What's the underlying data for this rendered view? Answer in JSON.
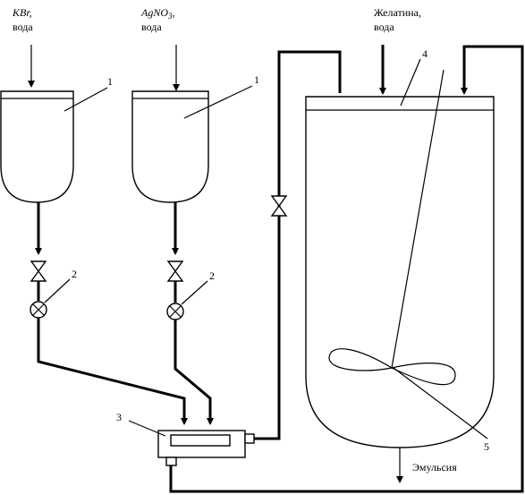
{
  "inputs": {
    "kbr": {
      "name": "KBr,",
      "sub": "вода"
    },
    "agno3": {
      "name_main": "AgNO",
      "name_sub": "3",
      "name_tail": ",",
      "sub": "вода"
    },
    "gelatin": {
      "name": "Желатина,",
      "sub": "вода"
    }
  },
  "callouts": {
    "tank_left": "1",
    "tank_mid": "1",
    "meter_left": "2",
    "meter_mid": "2",
    "mixer": "3",
    "reactor_lid": "4",
    "stirrer": "5"
  },
  "output": {
    "label": "Эмульсия"
  }
}
